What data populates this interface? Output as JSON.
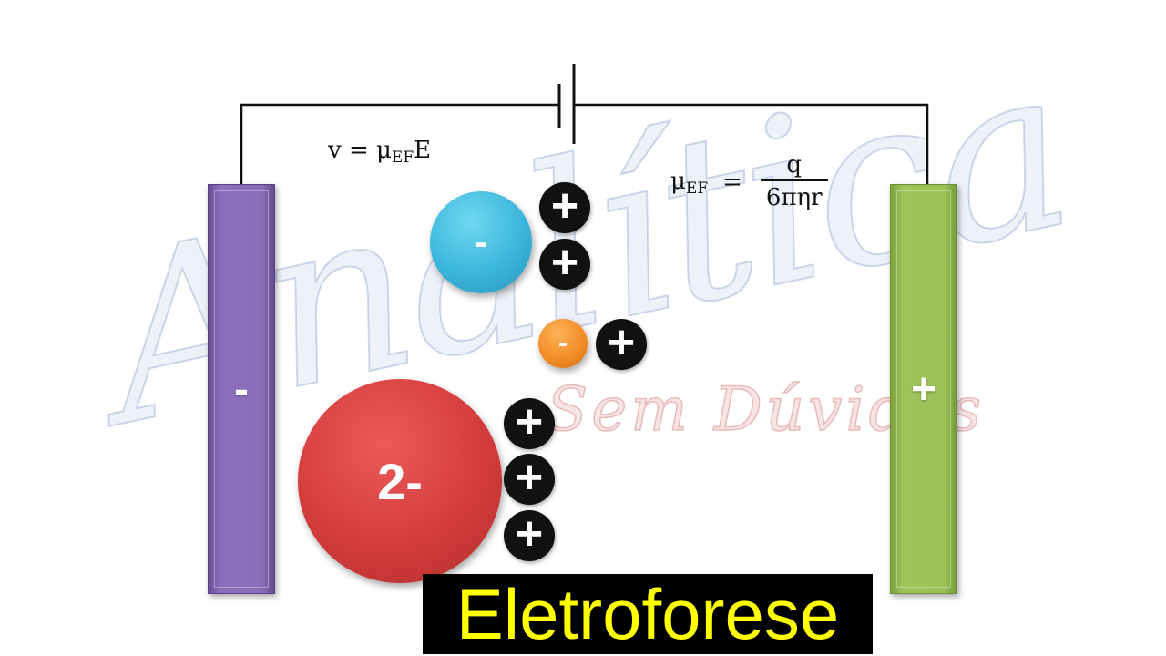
{
  "watermark": {
    "script": "Analítica",
    "sub": "Sem Dúvidas"
  },
  "formulas": {
    "velocity": {
      "lhs": "v = ",
      "mu": "μ",
      "sub": "EF",
      "rhs": "E"
    },
    "mobility": {
      "mu": "μ",
      "sub": "EF",
      "eq": "=",
      "numerator": "q",
      "denominator": "6πηr"
    }
  },
  "electrodes": {
    "cathode_sign": "-",
    "anode_sign": "+"
  },
  "ions": {
    "blue_charge": "-",
    "orange_charge": "-",
    "red_charge": "2-"
  },
  "cation_sign": "+",
  "title": "Eletroforese",
  "colors": {
    "cathode": "#8a6db8",
    "anode": "#9ac257",
    "blue_ion": "#3bb6dc",
    "orange_ion": "#f08a23",
    "red_ion": "#d43c3c",
    "cation": "#111111",
    "title_text": "#ffff00",
    "title_bg": "#000000"
  }
}
